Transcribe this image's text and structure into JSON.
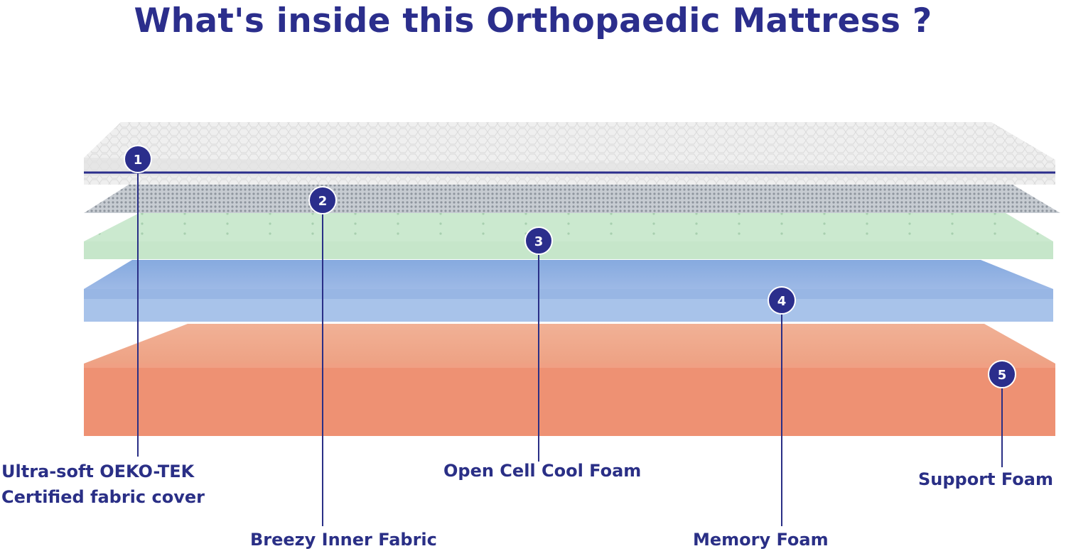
{
  "title": "What's inside this Orthopaedic Mattress ?",
  "layers": [
    {
      "number": "1",
      "label_lines": [
        "Ultra-soft OEKO-TEK",
        "Certified fabric cover"
      ],
      "color": "#ececec"
    },
    {
      "number": "2",
      "label_lines": [
        "Breezy Inner Fabric"
      ],
      "color": "#b9bec4"
    },
    {
      "number": "3",
      "label_lines": [
        "Open Cell Cool Foam"
      ],
      "color": "#c8e8cc"
    },
    {
      "number": "4",
      "label_lines": [
        "Memory Foam"
      ],
      "color": "#9ab8e4"
    },
    {
      "number": "5",
      "label_lines": [
        "Support Foam"
      ],
      "color": "#ee9478"
    }
  ],
  "colors": {
    "accent": "#2a2f86",
    "badge": "#2b2e8c"
  }
}
